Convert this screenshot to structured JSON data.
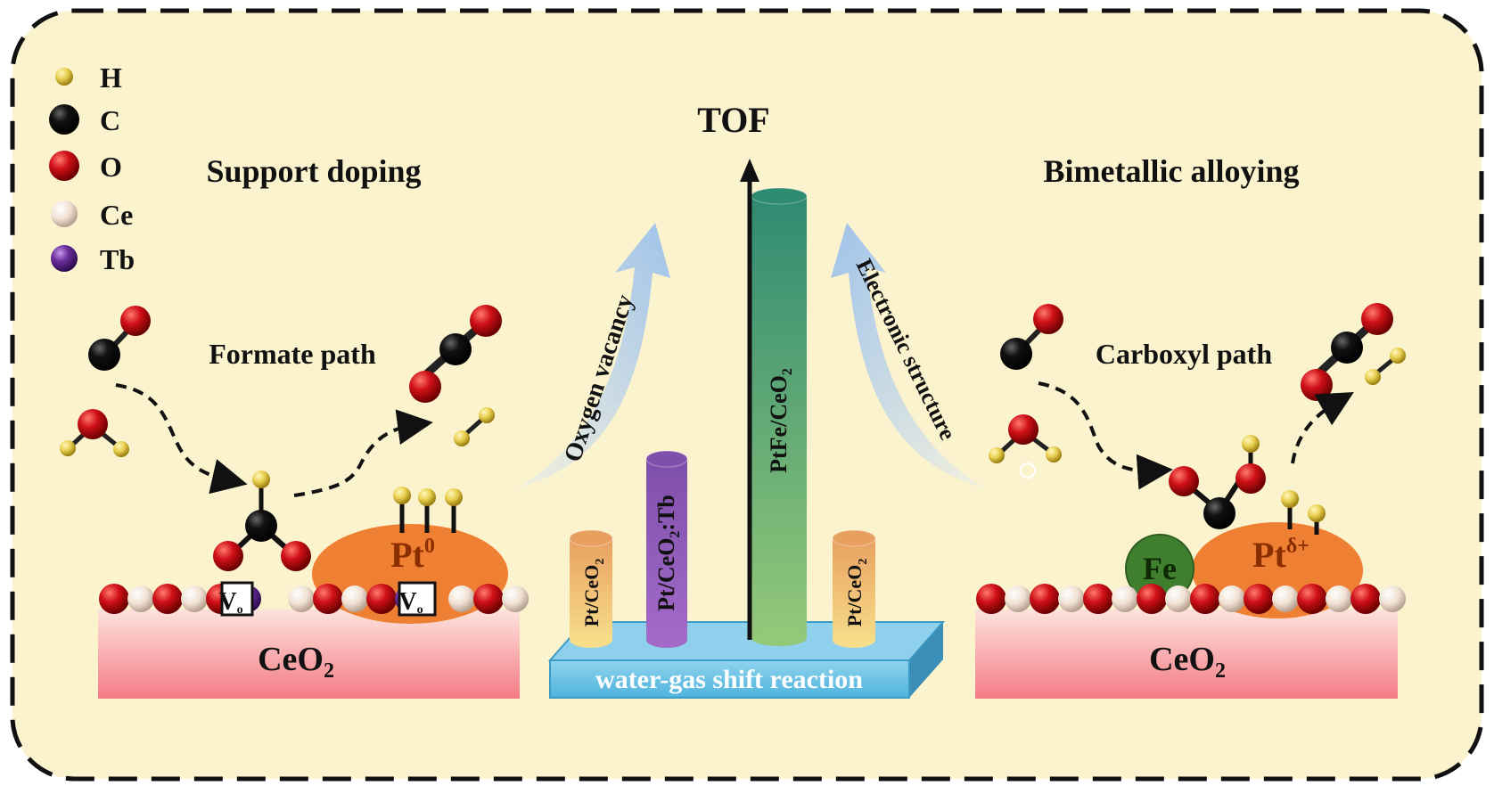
{
  "legend": [
    {
      "symbol": "H",
      "color": "#e8cf4e"
    },
    {
      "symbol": "C",
      "color": "#0a0a0a"
    },
    {
      "symbol": "O",
      "color": "#c80c12"
    },
    {
      "symbol": "Ce",
      "color": "#f1e2d4"
    },
    {
      "symbol": "Tb",
      "color": "#6a2d9a"
    }
  ],
  "center": {
    "axis_label": "TOF",
    "platform_label": "water-gas shift reaction",
    "left_arrow_label": "Oxygen vacancy",
    "right_arrow_label": "Electronic structure",
    "cylinders": [
      {
        "label": "Pt/CeO",
        "sub": "2",
        "suffix": "",
        "color_top": "#e8a060",
        "color_bottom": "#f7dc8a"
      },
      {
        "label": "Pt/CeO",
        "sub": "2",
        "suffix": ":Tb",
        "color_top": "#7f4fab",
        "color_bottom": "#a36ac8"
      },
      {
        "label": "PtFe/CeO",
        "sub": "2",
        "suffix": "",
        "color_top": "#2f8a72",
        "color_bottom": "#93c879"
      },
      {
        "label": "Pt/CeO",
        "sub": "2",
        "suffix": "",
        "color_top": "#e8a060",
        "color_bottom": "#f7dc8a"
      }
    ]
  },
  "left_panel": {
    "title": "Support doping",
    "path_label": "Formate path",
    "metal_label": "Pt",
    "metal_sup": "0",
    "vacancy_label": "V",
    "vacancy_sub": "o",
    "support_label": "CeO",
    "support_sub": "2"
  },
  "right_panel": {
    "title": "Bimetallic alloying",
    "path_label": "Carboxyl path",
    "metal_label": "Pt",
    "metal_sup": "δ+",
    "dopant_label": "Fe",
    "support_label": "CeO",
    "support_sub": "2"
  }
}
